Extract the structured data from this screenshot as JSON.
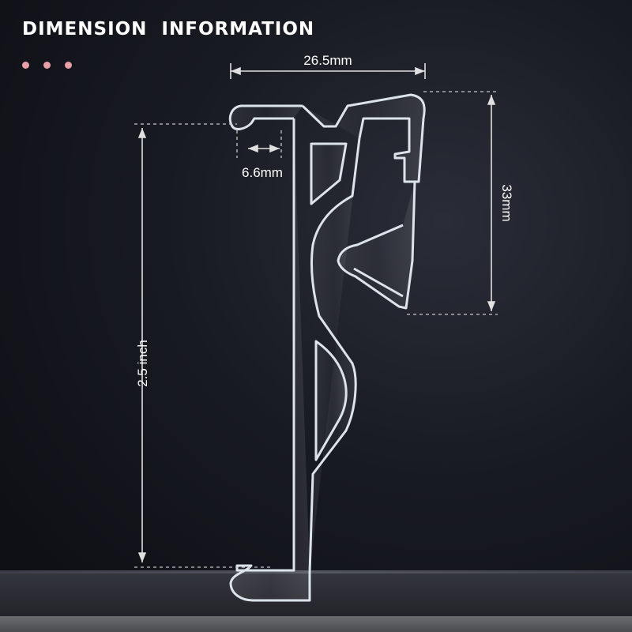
{
  "header": {
    "title": "DIMENSION  INFORMATION",
    "dot_colors": [
      "#e8a0a8",
      "#e8a0a8",
      "#e8a0a8"
    ]
  },
  "dimensions": {
    "width": "26.5mm",
    "lip": "6.6mm",
    "hook_height": "33mm",
    "total_height": "2.5 inch"
  },
  "colors": {
    "label": "#ffffff",
    "dimension_line": "#e0e0e0",
    "clip_edge": "#dde3ea"
  }
}
